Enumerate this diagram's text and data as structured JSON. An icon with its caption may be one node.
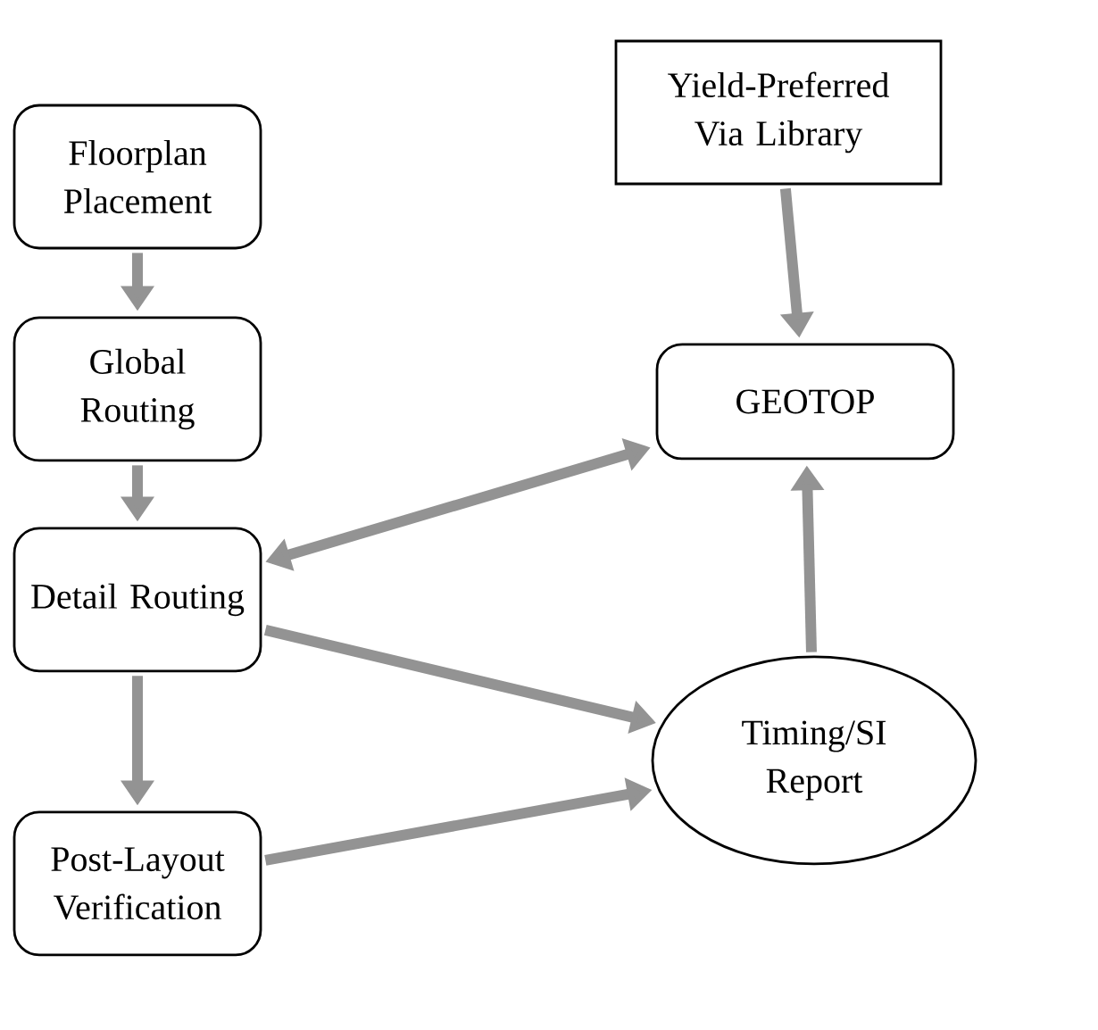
{
  "diagram": {
    "nodes": [
      {
        "text": [
          "Floorplan Placement"
        ]
      },
      {
        "text": [
          "Global Routing"
        ]
      },
      {
        "text": [
          "Detail Routing"
        ]
      },
      {
        "text": [
          "Post-Layout Verification"
        ]
      },
      {
        "text": [
          "Yield-Preferred Via Library"
        ]
      },
      {
        "text": [
          "GEOTOP"
        ]
      },
      {
        "text": [
          "Timing/SI Report"
        ]
      }
    ],
    "edges": [
      {
        "from": 0,
        "to": 1,
        "arrow": "to"
      },
      {
        "from": 1,
        "to": 2,
        "arrow": "to"
      },
      {
        "from": 2,
        "to": 3,
        "arrow": "to"
      },
      {
        "from": 2,
        "to": 5,
        "arrow": "both"
      },
      {
        "from": 2,
        "to": 6,
        "arrow": "to"
      },
      {
        "from": 3,
        "to": 6,
        "arrow": "to"
      },
      {
        "from": 6,
        "to": 5,
        "arrow": "to"
      },
      {
        "from": 4,
        "to": 5,
        "arrow": "to"
      }
    ]
  }
}
